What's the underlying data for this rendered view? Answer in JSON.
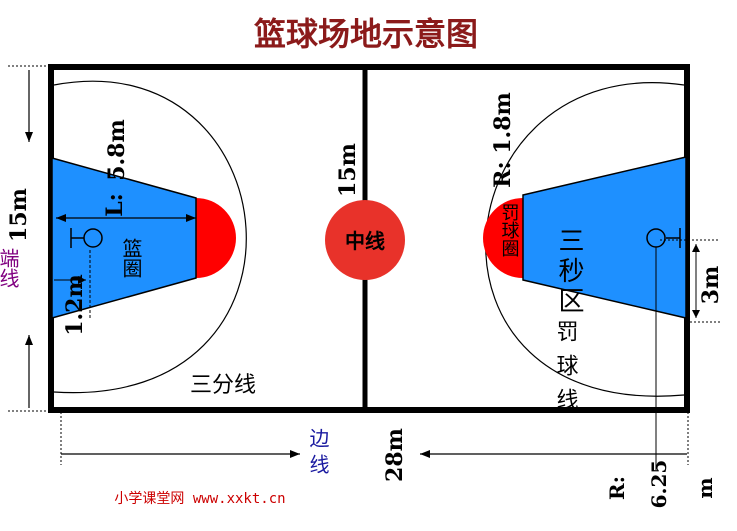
{
  "title": "篮球场地示意图",
  "labels": {
    "center_line": "中线",
    "three_point": "三分线",
    "basket": "篮圈",
    "free_throw_circle": "罚球圈",
    "three_second_area": "三秒区",
    "free_throw_line": "罚球线",
    "end_line": "端线",
    "side_line": "边线",
    "dim_15m_center": "15m",
    "dim_15m_end": "15m",
    "dim_28m": "28m",
    "dim_5_8m": "5.8m",
    "dim_L": "L:",
    "dim_1_2m": "1.2m",
    "dim_R_1_8m": "R: 1.8m",
    "dim_3m": "3m",
    "dim_R_625_r": "R:",
    "dim_R_625_v": "6.25",
    "dim_R_625_m": "m"
  },
  "watermark": "小学课堂网 www.xxkt.cn",
  "colors": {
    "court_line": "#000000",
    "lane": "#1e90ff",
    "circle_fill": "#ff0000",
    "center_fill": "#e8322a",
    "title": "#8b1a1a",
    "purple_label": "#800080",
    "navy_label": "#1a1aa0",
    "watermark": "#cc0000"
  }
}
